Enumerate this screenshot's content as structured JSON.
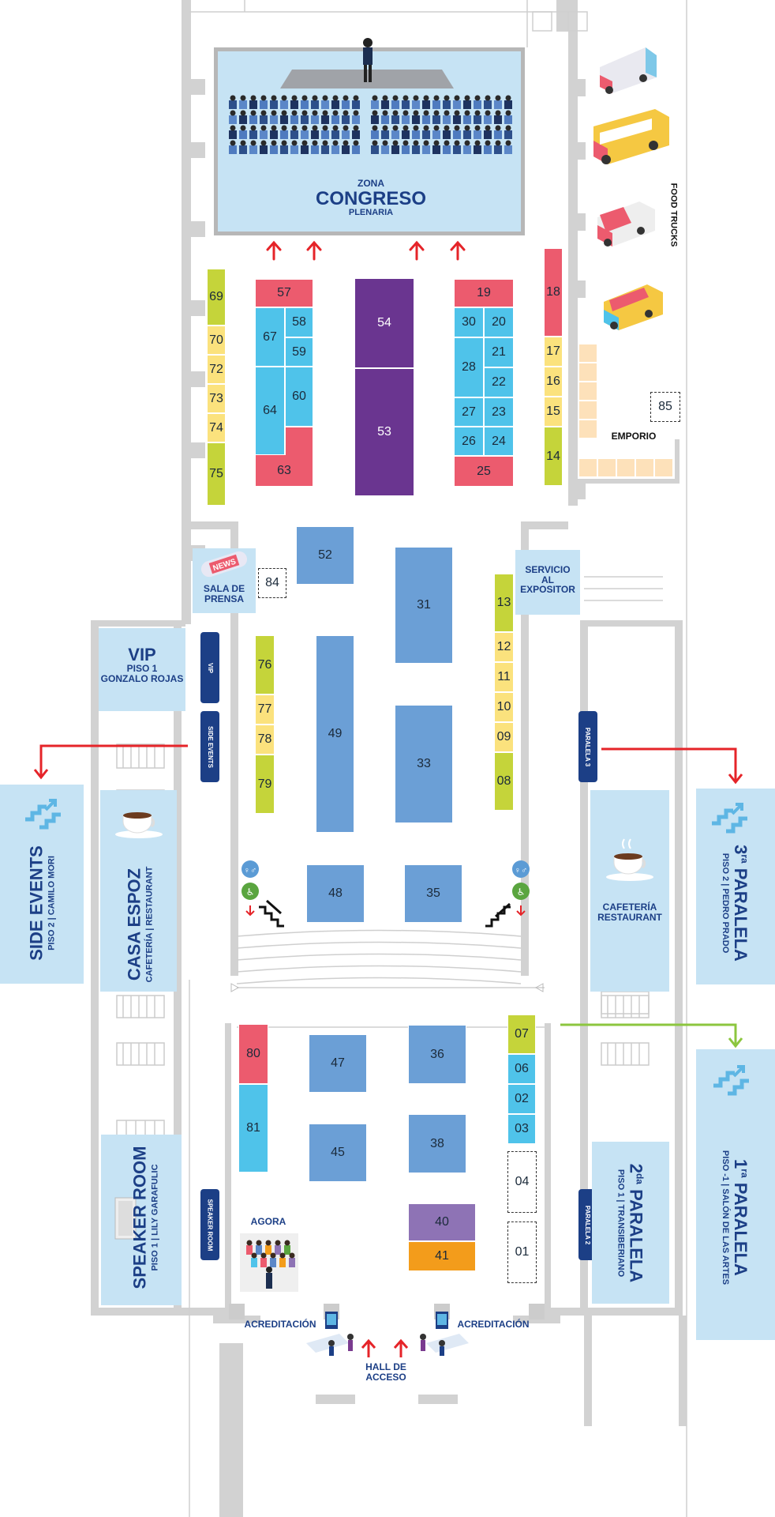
{
  "colors": {
    "pink": "#ec5b6e",
    "lightblue": "#4fc3ea",
    "midblue": "#6b9fd6",
    "yellow": "#fbe27d",
    "lime": "#c5d43a",
    "purple": "#6a3590",
    "lavender": "#8e73b5",
    "orange": "#f39c1b",
    "roomblue": "#c6e3f4",
    "navy": "#1c3f86",
    "wall": "#cdcdcd",
    "arrowred": "#e52429",
    "arrowgreen": "#8cc63f"
  },
  "congreso": {
    "top": "ZONA",
    "main": "CONGRESO",
    "sub": "PLENARIA"
  },
  "food_trucks": "FOOD TRUCKS",
  "emporio": {
    "label": "EMPORIO"
  },
  "sala_prensa": {
    "line1": "SALA DE",
    "line2": "PRENSA",
    "news": "NEWS"
  },
  "servicio": {
    "line1": "SERVICIO",
    "line2": "AL",
    "line3": "EXPOSITOR"
  },
  "vip": {
    "title": "VIP",
    "line1": "PISO 1",
    "line2": "GONZALO ROJAS"
  },
  "signs": {
    "vip": "VIP",
    "side_events": "SIDE EVENTS",
    "paralela3": "PARALELA 3",
    "speaker_room": "SPEAKER ROOM",
    "paralela2": "PARALELA 2"
  },
  "side_events": {
    "title": "SIDE EVENTS",
    "sub": "PISO 2 | CAMILO MORI"
  },
  "casa_espoz": {
    "title": "CASA ESPOZ",
    "sub": "CAFETERÍA | RESTAURANT"
  },
  "cafeteria": {
    "line1": "CAFETERÍA",
    "line2": "RESTAURANT"
  },
  "paralela3": {
    "num": "3",
    "sup": "ra",
    "title": "PARALELA",
    "sub": "PISO 2 | PEDRO PRADO"
  },
  "paralela1": {
    "num": "1",
    "sup": "ra",
    "title": "PARALELA",
    "sub": "PISO -1 | SALÓN DE LAS ARTES"
  },
  "paralela2": {
    "num": "2",
    "sup": "da",
    "title": "PARALELA",
    "sub": "PISO 1 | TRANSIBERIANO"
  },
  "speaker_room": {
    "title": "SPEAKER ROOM",
    "sub": "PISO 1 | LILY GARAFULIC"
  },
  "agora": "AGORA",
  "acreditacion": "ACREDITACIÓN",
  "hall": {
    "line1": "HALL DE",
    "line2": "ACCESO"
  },
  "stands": {
    "s57": "57",
    "s67": "67",
    "s58": "58",
    "s59": "59",
    "s60": "60",
    "s64": "64",
    "s63": "63",
    "s54": "54",
    "s53": "53",
    "s19": "19",
    "s30": "30",
    "s20": "20",
    "s21": "21",
    "s28": "28",
    "s22": "22",
    "s27": "27",
    "s23": "23",
    "s26": "26",
    "s24": "24",
    "s25": "25",
    "s69": "69",
    "s70": "70",
    "s72": "72",
    "s73": "73",
    "s74": "74",
    "s75": "75",
    "s18": "18",
    "s17": "17",
    "s16": "16",
    "s15": "15",
    "s14": "14",
    "s85": "85",
    "s52": "52",
    "s84": "84",
    "s31": "31",
    "s13": "13",
    "s12": "12",
    "s11": "11",
    "s10": "10",
    "s09": "09",
    "s08": "08",
    "s76": "76",
    "s77": "77",
    "s78": "78",
    "s79": "79",
    "s49": "49",
    "s33": "33",
    "s48": "48",
    "s35": "35",
    "s80": "80",
    "s81": "81",
    "s47": "47",
    "s45": "45",
    "s36": "36",
    "s38": "38",
    "s40": "40",
    "s41": "41",
    "s07": "07",
    "s06": "06",
    "s02": "02",
    "s03": "03",
    "s04": "04",
    "s01": "01"
  }
}
